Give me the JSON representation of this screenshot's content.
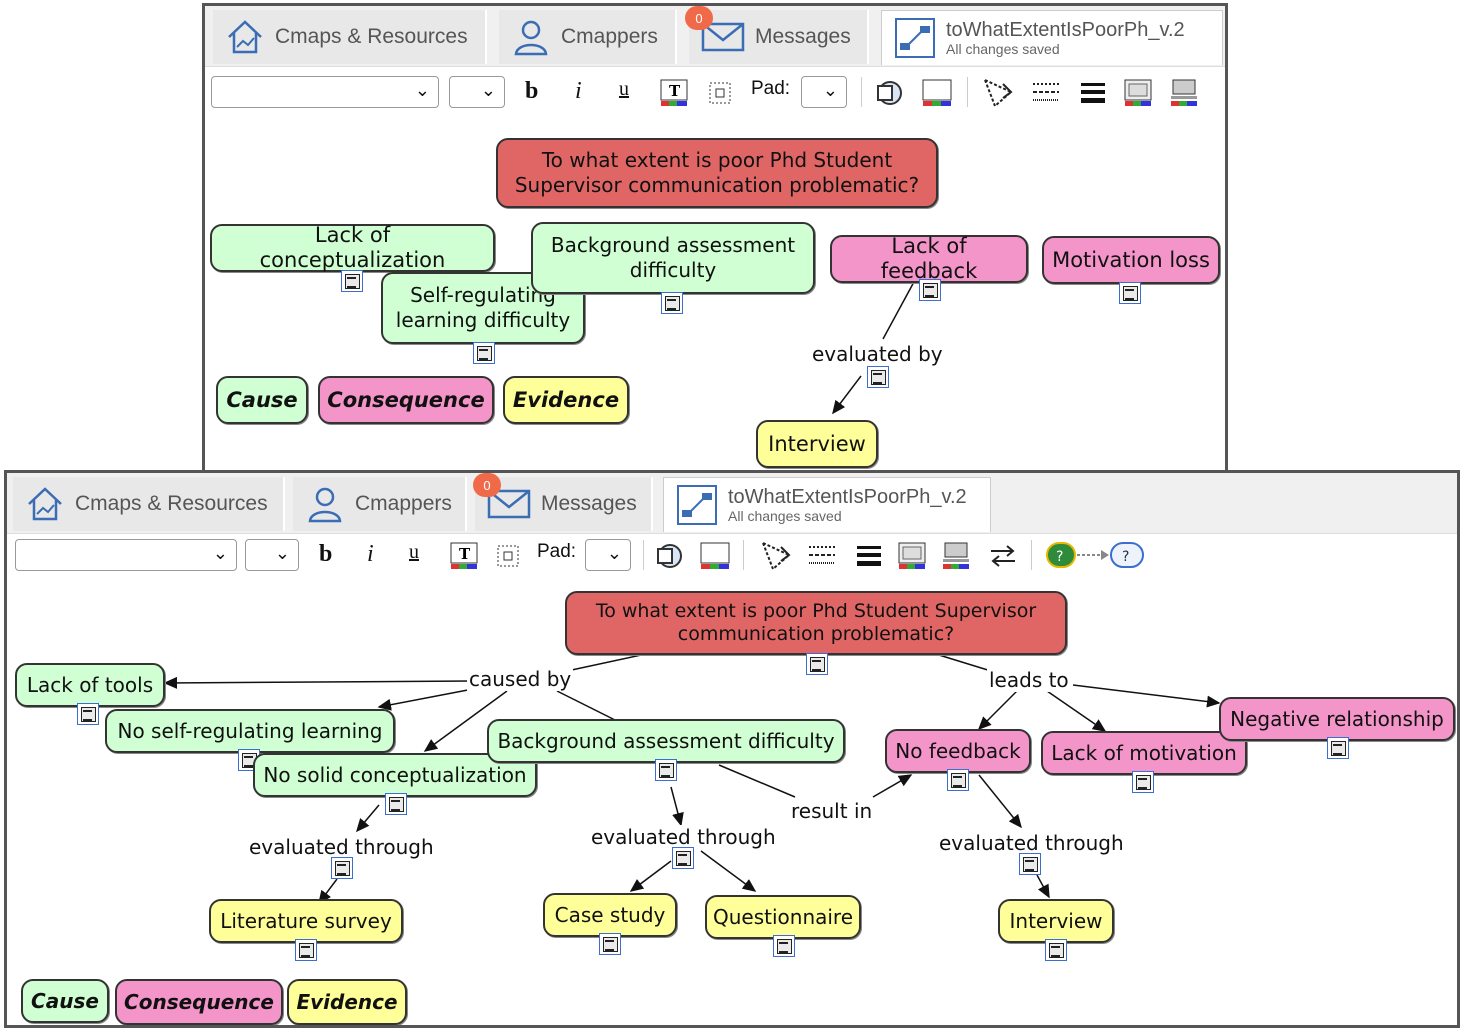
{
  "tabs": {
    "resources": "Cmaps & Resources",
    "cmappers": "Cmappers",
    "messages": "Messages",
    "messages_badge": "0",
    "document_title": "toWhatExtentIsPoorPh_v.2",
    "document_status": "All changes saved"
  },
  "toolbar": {
    "bold": "b",
    "italic": "i",
    "underline": "u",
    "pad_label": "Pad:"
  },
  "colors": {
    "cause": "#cfffd2",
    "consequence": "#f495c9",
    "evidence": "#ffff99",
    "root": "#e06666",
    "badge": "#f06a4a"
  },
  "legend": {
    "cause": "Cause",
    "consequence": "Consequence",
    "evidence": "Evidence"
  },
  "top_map": {
    "root": "To what extent is poor Phd Student Supervisor communication problematic?",
    "lack_conceptualization": "Lack of conceptualization",
    "background_difficulty": "Background assessment difficulty",
    "self_regulating": "Self-regulating learning difficulty",
    "lack_feedback": "Lack of feedback",
    "motivation_loss": "Motivation loss",
    "link_evaluated_by": "evaluated by",
    "interview": "Interview"
  },
  "bottom_map": {
    "root": "To what extent is poor Phd Student Supervisor communication problematic?",
    "link_caused_by": "caused by",
    "link_leads_to": "leads to",
    "lack_tools": "Lack of tools",
    "no_self_regulating": "No self-regulating learning",
    "background_difficulty": "Background assessment difficulty",
    "no_conceptualization": "No solid conceptualization",
    "no_feedback": "No feedback",
    "lack_motivation": "Lack of motivation",
    "negative_relationship": "Negative relationship",
    "link_result_in": "result in",
    "link_evaluated_through_1": "evaluated through",
    "link_evaluated_through_2": "evaluated through",
    "link_evaluated_through_3": "evaluated through",
    "literature_survey": "Literature survey",
    "case_study": "Case study",
    "questionnaire": "Questionnaire",
    "interview": "Interview"
  }
}
